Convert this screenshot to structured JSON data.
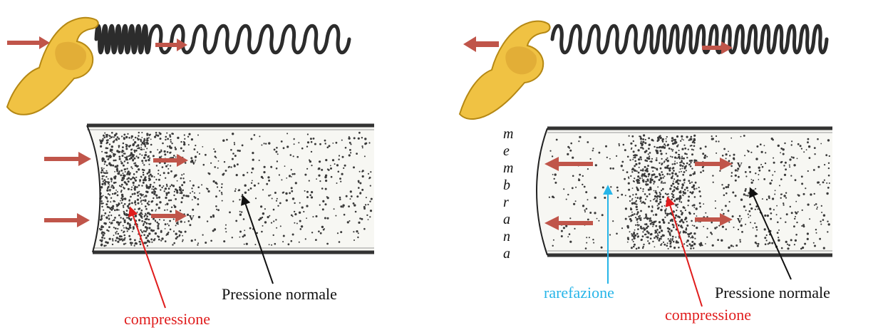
{
  "colors": {
    "compression_label": "#e01c1c",
    "rarefaction_label": "#27b5e8",
    "normal_label": "#111111",
    "arrow": "#c0554a",
    "hand": "#f0c243"
  },
  "left_panel": {
    "velocity_labels": [
      "v",
      "v"
    ],
    "normal_pressure": "Pressione normale",
    "compression": "compressione"
  },
  "right_panel": {
    "membrane_letters": [
      "m",
      "e",
      "m",
      "b",
      "r",
      "a",
      "n",
      "a"
    ],
    "velocity_labels": [
      "v",
      "v"
    ],
    "rarefaction": "rarefazione",
    "normal_pressure": "Pressione normale",
    "compression": "compressione"
  }
}
